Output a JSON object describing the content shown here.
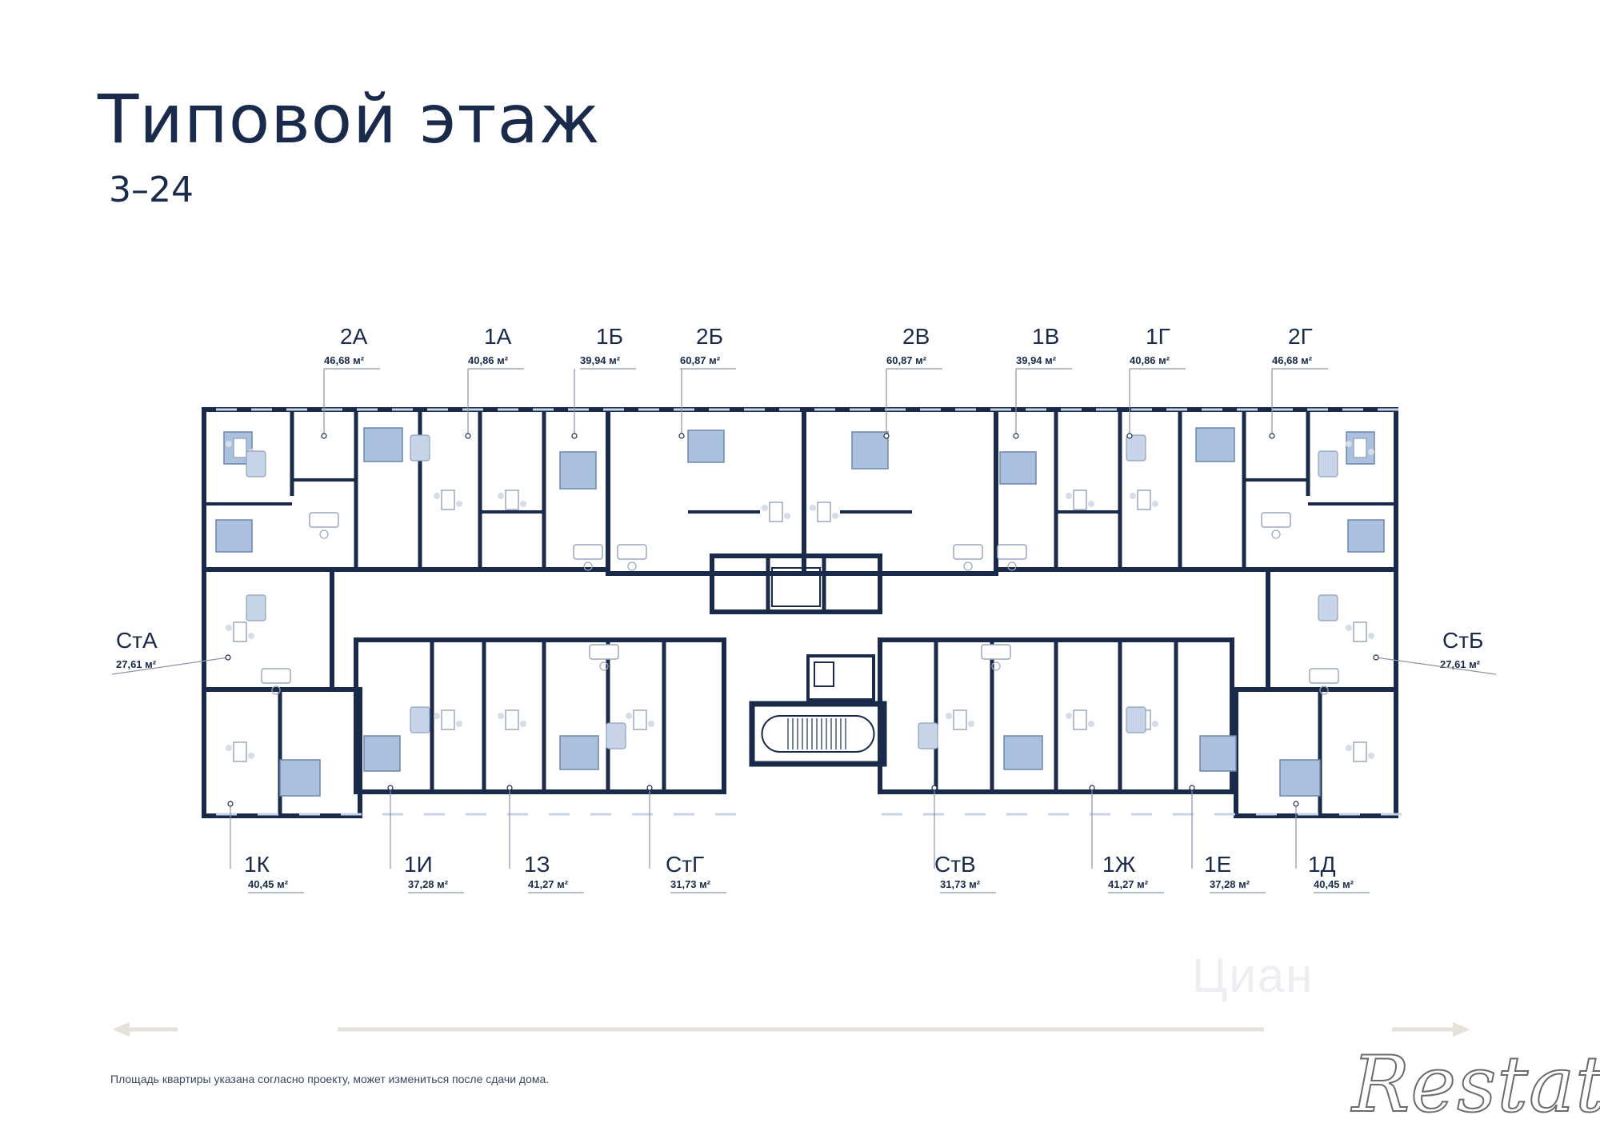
{
  "header": {
    "title": "Типовой этаж",
    "floors": "3–24"
  },
  "units": [
    {
      "id": "2A",
      "label": "2А",
      "area": "46,68 м²"
    },
    {
      "id": "1A",
      "label": "1А",
      "area": "40,86 м²"
    },
    {
      "id": "1B",
      "label": "1Б",
      "area": "39,94 м²"
    },
    {
      "id": "2B",
      "label": "2Б",
      "area": "60,87 м²"
    },
    {
      "id": "2V",
      "label": "2В",
      "area": "60,87 м²"
    },
    {
      "id": "1V",
      "label": "1В",
      "area": "39,94 м²"
    },
    {
      "id": "1G",
      "label": "1Г",
      "area": "40,86 м²"
    },
    {
      "id": "2G",
      "label": "2Г",
      "area": "46,68 м²"
    },
    {
      "id": "StA",
      "label": "СтА",
      "area": "27,61 м²"
    },
    {
      "id": "StB",
      "label": "СтБ",
      "area": "27,61 м²"
    },
    {
      "id": "1K",
      "label": "1К",
      "area": "40,45 м²"
    },
    {
      "id": "1I",
      "label": "1И",
      "area": "37,28 м²"
    },
    {
      "id": "1Z",
      "label": "1З",
      "area": "41,27 м²"
    },
    {
      "id": "StG",
      "label": "СтГ",
      "area": "31,73 м²"
    },
    {
      "id": "StV",
      "label": "СтВ",
      "area": "31,73 м²"
    },
    {
      "id": "1Zh",
      "label": "1Ж",
      "area": "41,27 м²"
    },
    {
      "id": "1E",
      "label": "1Е",
      "area": "37,28 м²"
    },
    {
      "id": "1D",
      "label": "1Д",
      "area": "40,45 м²"
    }
  ],
  "footnote": "Площадь квартиры указана согласно проекту, может измениться после сдачи дома.",
  "watermark": "Restate",
  "colors": {
    "wall": "#1a2a4a",
    "bed_fill": "#a9c1de",
    "furniture_stroke": "#9aa7bd",
    "street_line": "#e6e1da"
  }
}
